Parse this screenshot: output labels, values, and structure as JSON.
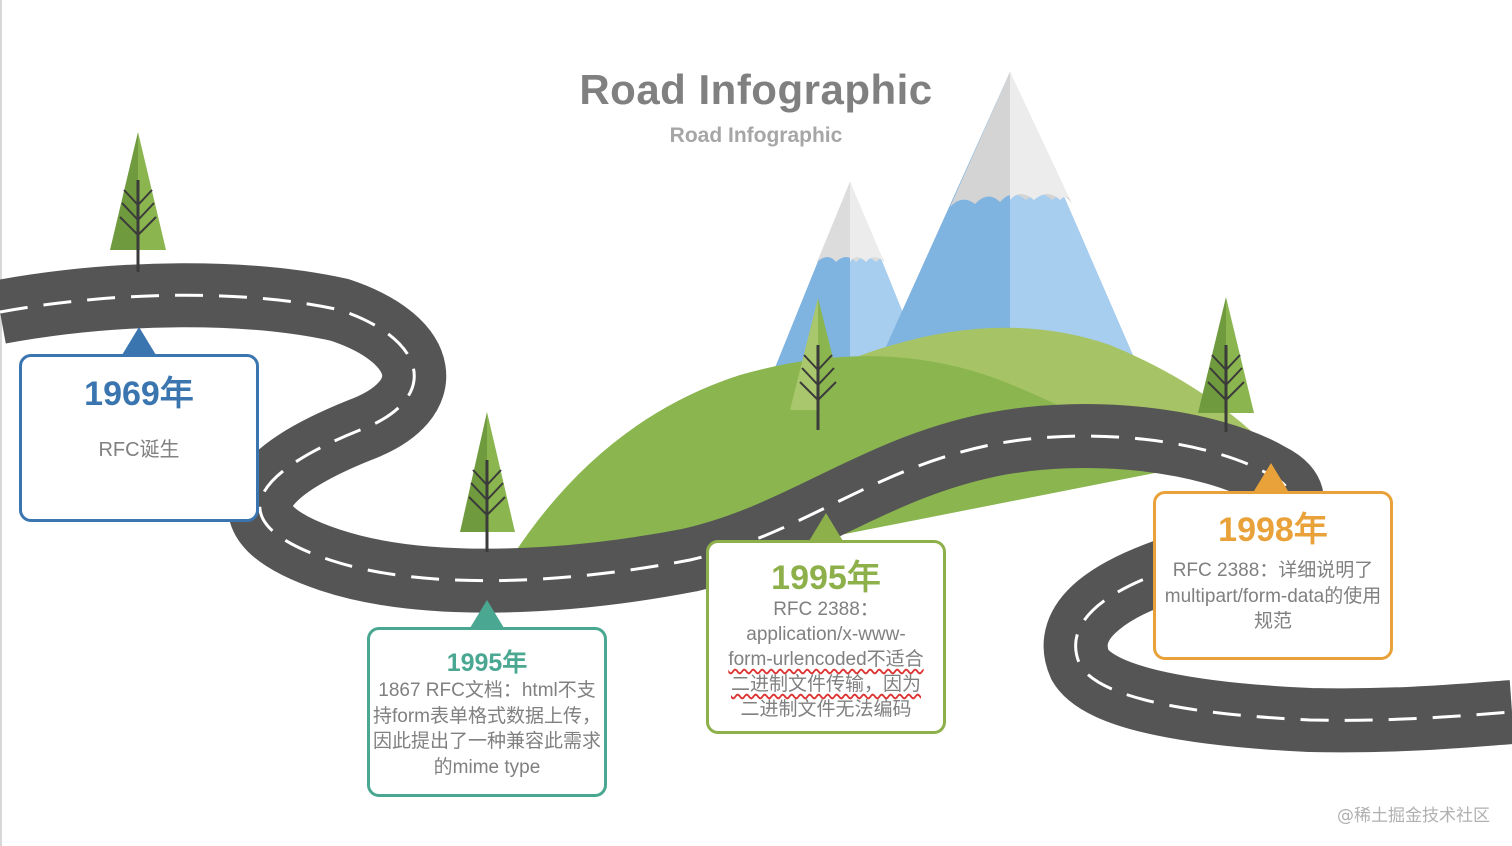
{
  "title": "Road Infographic",
  "subtitle": "Road Infographic",
  "milestones": [
    {
      "year": "1969年",
      "desc": "RFC诞生",
      "color": "#3a75b0"
    },
    {
      "year": "1995年",
      "desc": "1867 RFC文档：html不支持form表单格式数据上传，因此提出了一种兼容此需求的mime type",
      "color": "#4aa892"
    },
    {
      "year": "1995年",
      "desc_lines": [
        "RFC 2388：",
        "application/x-www-",
        "form-urlencoded不适合",
        "二进制文件传输，因为",
        "二进制文件无法编码"
      ],
      "color": "#8db04a"
    },
    {
      "year": "1998年",
      "desc": "RFC 2388：详细说明了multipart/form-data的使用规范",
      "color": "#e9a23a"
    }
  ],
  "watermark": "@稀土掘金技术社区",
  "colors": {
    "road": "#555555",
    "road_edge": "#3d3d3d",
    "hill": "#8ab54f",
    "hill_light": "#a6c465",
    "mountain_blue": "#7fb3e0",
    "mountain_blue_light": "#a7cdef",
    "snow": "#d9d9d9",
    "tree_dark": "#6f9a3e",
    "tree_light": "#a9c76d"
  }
}
